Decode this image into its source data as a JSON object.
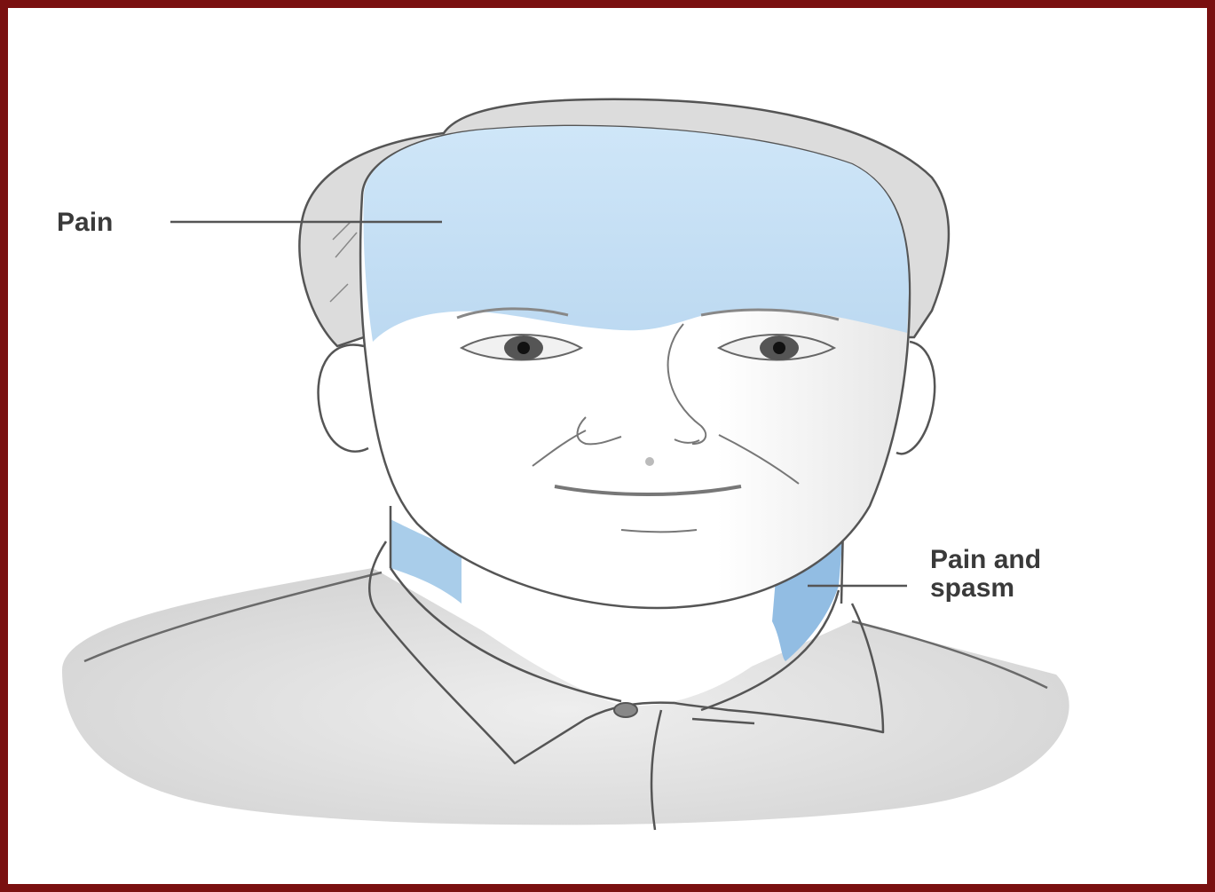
{
  "diagram": {
    "labels": {
      "forehead": "Pain",
      "neck_line1": "Pain and",
      "neck_line2": "spasm"
    },
    "colors": {
      "border": "#7a1010",
      "pain_area": "#c9e2f5",
      "neck_pain_area": "#9cc3e6",
      "shirt": "#e1e1e1",
      "outline": "#555555"
    }
  }
}
